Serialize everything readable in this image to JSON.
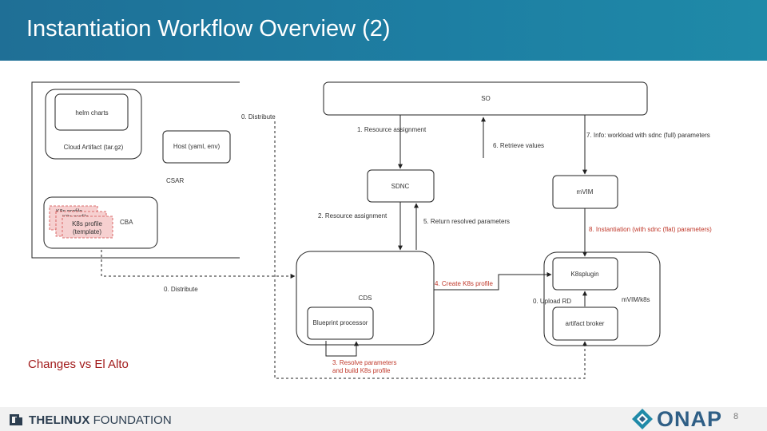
{
  "header": {
    "title": "Instantiation Workflow Overview (2)"
  },
  "diagram": {
    "csar_box": {
      "helm_charts": "helm charts",
      "cloud_artifact": "Cloud Artifact (tar.gz)",
      "host": "Host (yaml, env)",
      "csar_label": "CSAR",
      "k8s_profile_back1": "K8s profile",
      "k8s_profile_back2": "K8s profile",
      "k8s_profile_front_l1": "K8s profile",
      "k8s_profile_front_l2": "(template)",
      "cba": "CBA"
    },
    "nodes": {
      "so": "SO",
      "sdnc": "SDNC",
      "mvim": "mVIM",
      "cds": "CDS",
      "blueprint": "Blueprint processor",
      "k8splugin": "K8splugin",
      "artifact_broker": "artifact broker",
      "mvim_k8s": "mVIM/k8s"
    },
    "edges": {
      "distribute_top": "0. Distribute",
      "distribute_bottom": "0. Distribute",
      "resource_assignment_1": "1. Resource assignment",
      "resource_assignment_2": "2. Resource assignment",
      "return_resolved": "5. Return resolved parameters",
      "retrieve_values": "6. Retrieve values",
      "info_workload": "7. Info: workload with sdnc (full) parameters",
      "instantiation": "8. Instantiation (with sdnc (flat) parameters)",
      "create_k8s_profile": "4. Create K8s profile",
      "upload_rd": "0. Upload RD",
      "resolve_params_l1": "3. Resolve parameters",
      "resolve_params_l2": "and build K8s profile"
    }
  },
  "changes_label": "Changes vs El Alto",
  "footer": {
    "lf_bold": "THELINUX",
    "lf_light": "FOUNDATION",
    "onap": "ONAP",
    "page_number": "8"
  }
}
